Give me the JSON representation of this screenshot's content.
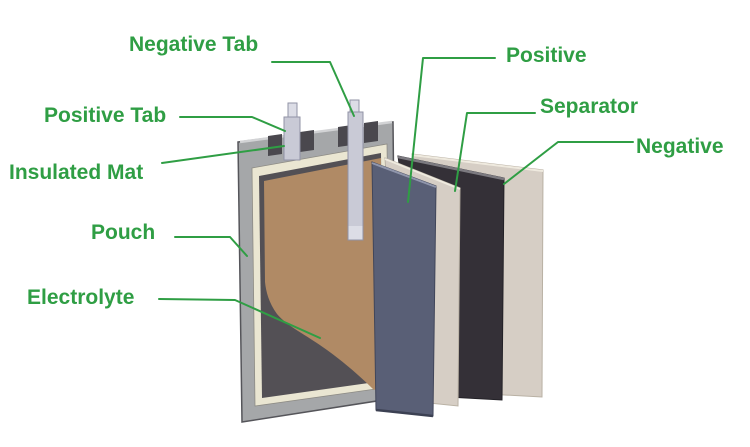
{
  "diagram": {
    "labels": {
      "negative_tab": "Negative Tab",
      "positive_tab": "Positive Tab",
      "insulated_mat": "Insulated Mat",
      "pouch": "Pouch",
      "electrolyte": "Electrolyte",
      "positive": "Positive",
      "separator": "Separator",
      "negative": "Negative"
    }
  },
  "colors": {
    "accent_green": "#2f9e44",
    "pouch_gray": "#a5a7a9",
    "pouch_seal_cream": "#eae6d2",
    "pouch_interior_dark": "#535055",
    "electrolyte_tan": "#b08a65",
    "positive_sheet_blue": "#595f76",
    "separator_sheet_cream": "#d6cec5",
    "negative_sheet_black": "#343037",
    "tab_silver": "#c9cad6",
    "tab_tip_light": "#dcdde6",
    "insulated_mat_dark": "#4a484e"
  }
}
